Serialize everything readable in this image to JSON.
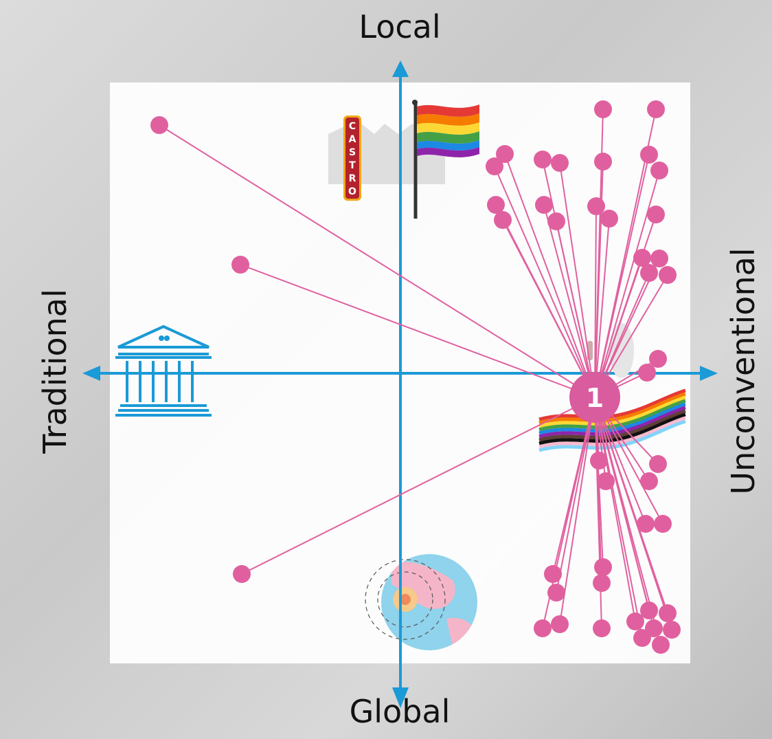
{
  "axes": {
    "top": "Local",
    "bottom": "Global",
    "left": "Traditional",
    "right": "Unconventional"
  },
  "colors": {
    "axis": "#1a9ad6",
    "marker": "#e0609f",
    "hub": "#d85c9e"
  },
  "hub": {
    "label": "1"
  },
  "castro_sign": {
    "letters": [
      "C",
      "A",
      "S",
      "T",
      "R",
      "O"
    ]
  },
  "icons": [
    "pride-flag-icon",
    "courthouse-icon",
    "globe-icon",
    "pride-ribbon-icon",
    "castro-sign-icon"
  ]
}
